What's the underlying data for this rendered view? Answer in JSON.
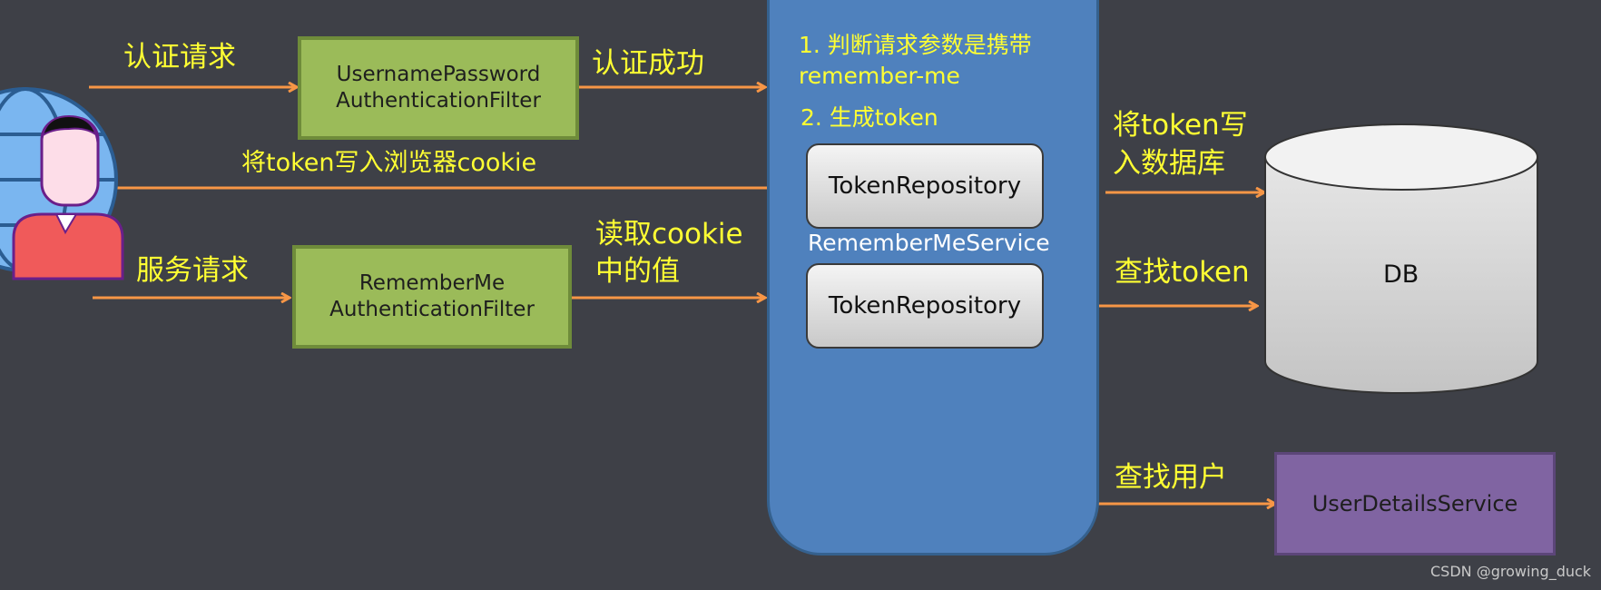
{
  "labels": {
    "auth_request": "认证请求",
    "auth_success": "认证成功",
    "write_cookie": "将token写入浏览器cookie",
    "service_request": "服务请求",
    "read_cookie_line1": "读取cookie",
    "read_cookie_line2": "中的值",
    "write_db_line1": "将token写",
    "write_db_line2": "入数据库",
    "find_token": "查找token",
    "find_user": "查找用户"
  },
  "filters": {
    "upaf_line1": "UsernamePassword",
    "upaf_line2": "AuthenticationFilter",
    "rmaf_line1": "RememberMe",
    "rmaf_line2": "AuthenticationFilter"
  },
  "service": {
    "step1_line1": "1. 判断请求参数是携带",
    "step1_line2": "remember-me",
    "step2": "2.  生成token",
    "name": "RememberMeService",
    "repo_top": "TokenRepository",
    "repo_bottom": "TokenRepository"
  },
  "db": {
    "label": "DB"
  },
  "user_details": {
    "label": "UserDetailsService"
  },
  "watermark": "CSDN @growing_duck",
  "colors": {
    "background": "#3e4047",
    "arrow": "#f79646",
    "label_yellow": "#ffff33",
    "filter_green": "#9bbb59",
    "service_blue": "#4f81bd",
    "user_details_purple": "#8064a2"
  }
}
